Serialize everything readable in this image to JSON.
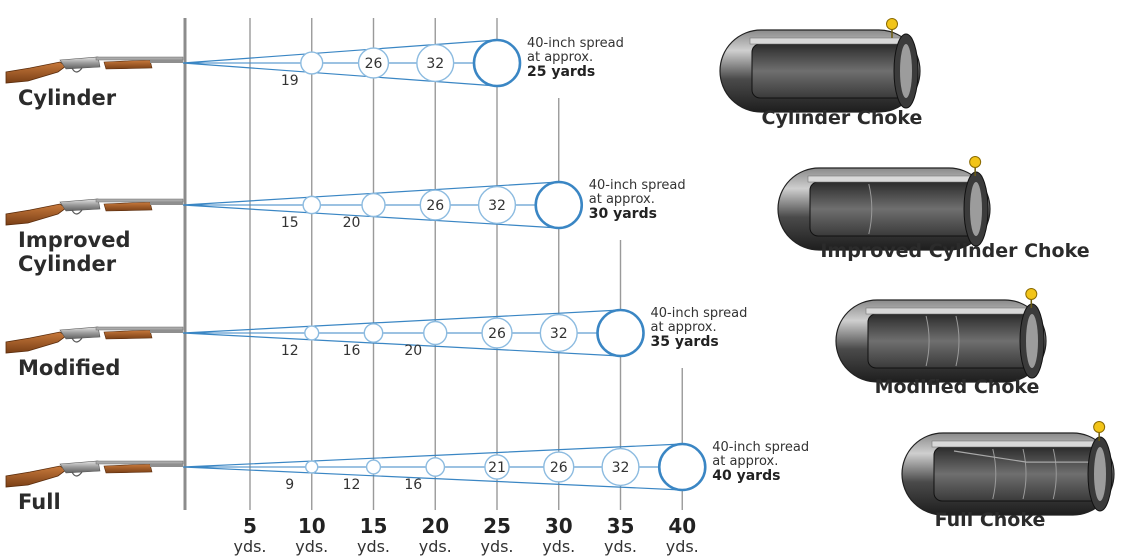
{
  "colors": {
    "pattern": "#3a86c4",
    "pattern_light": "#8cbbe0",
    "grid": "#9a9a9a",
    "marker": "#f2c418"
  },
  "header": {
    "left_fragment": "",
    "right_fragment": ""
  },
  "distance_axis": [
    {
      "value": "5",
      "unit": "yds."
    },
    {
      "value": "10",
      "unit": "yds."
    },
    {
      "value": "15",
      "unit": "yds."
    },
    {
      "value": "20",
      "unit": "yds."
    },
    {
      "value": "25",
      "unit": "yds."
    },
    {
      "value": "30",
      "unit": "yds."
    },
    {
      "value": "35",
      "unit": "yds."
    },
    {
      "value": "40",
      "unit": "yds."
    }
  ],
  "chokes": [
    {
      "name": "Cylinder",
      "icon": "shotgun-icon",
      "full_spread_distance": 25,
      "pattern_diameters": [
        {
          "distance": 10,
          "label": "19"
        },
        {
          "distance": 15,
          "label": "26"
        },
        {
          "distance": 20,
          "label": "32"
        }
      ],
      "spread_note": {
        "line1": "40-inch spread",
        "line2": "at approx.",
        "line3": "25 yards"
      },
      "tube_label": "Cylinder Choke",
      "tube_icon": "cylinder-choke-tube-icon"
    },
    {
      "name": "Improved Cylinder",
      "icon": "shotgun-icon",
      "full_spread_distance": 30,
      "pattern_diameters": [
        {
          "distance": 10,
          "label": "15"
        },
        {
          "distance": 15,
          "label": "20"
        },
        {
          "distance": 20,
          "label": "26"
        },
        {
          "distance": 25,
          "label": "32"
        }
      ],
      "spread_note": {
        "line1": "40-inch spread",
        "line2": "at approx.",
        "line3": "30 yards"
      },
      "tube_label": "Improved Cylinder Choke",
      "tube_icon": "improved-cylinder-choke-tube-icon"
    },
    {
      "name": "Modified",
      "icon": "shotgun-icon",
      "full_spread_distance": 35,
      "pattern_diameters": [
        {
          "distance": 10,
          "label": "12"
        },
        {
          "distance": 15,
          "label": "16"
        },
        {
          "distance": 20,
          "label": "20"
        },
        {
          "distance": 25,
          "label": "26"
        },
        {
          "distance": 30,
          "label": "32"
        }
      ],
      "spread_note": {
        "line1": "40-inch spread",
        "line2": "at approx.",
        "line3": "35 yards"
      },
      "tube_label": "Modified Choke",
      "tube_icon": "modified-choke-tube-icon"
    },
    {
      "name": "Full",
      "icon": "shotgun-icon",
      "full_spread_distance": 40,
      "pattern_diameters": [
        {
          "distance": 10,
          "label": "9"
        },
        {
          "distance": 15,
          "label": "12"
        },
        {
          "distance": 20,
          "label": "16"
        },
        {
          "distance": 25,
          "label": "21"
        },
        {
          "distance": 30,
          "label": "26"
        },
        {
          "distance": 35,
          "label": "32"
        }
      ],
      "spread_note": {
        "line1": "40-inch spread",
        "line2": "at approx.",
        "line3": "40 yards"
      },
      "tube_label": "Full Choke",
      "tube_icon": "full-choke-tube-icon"
    }
  ]
}
